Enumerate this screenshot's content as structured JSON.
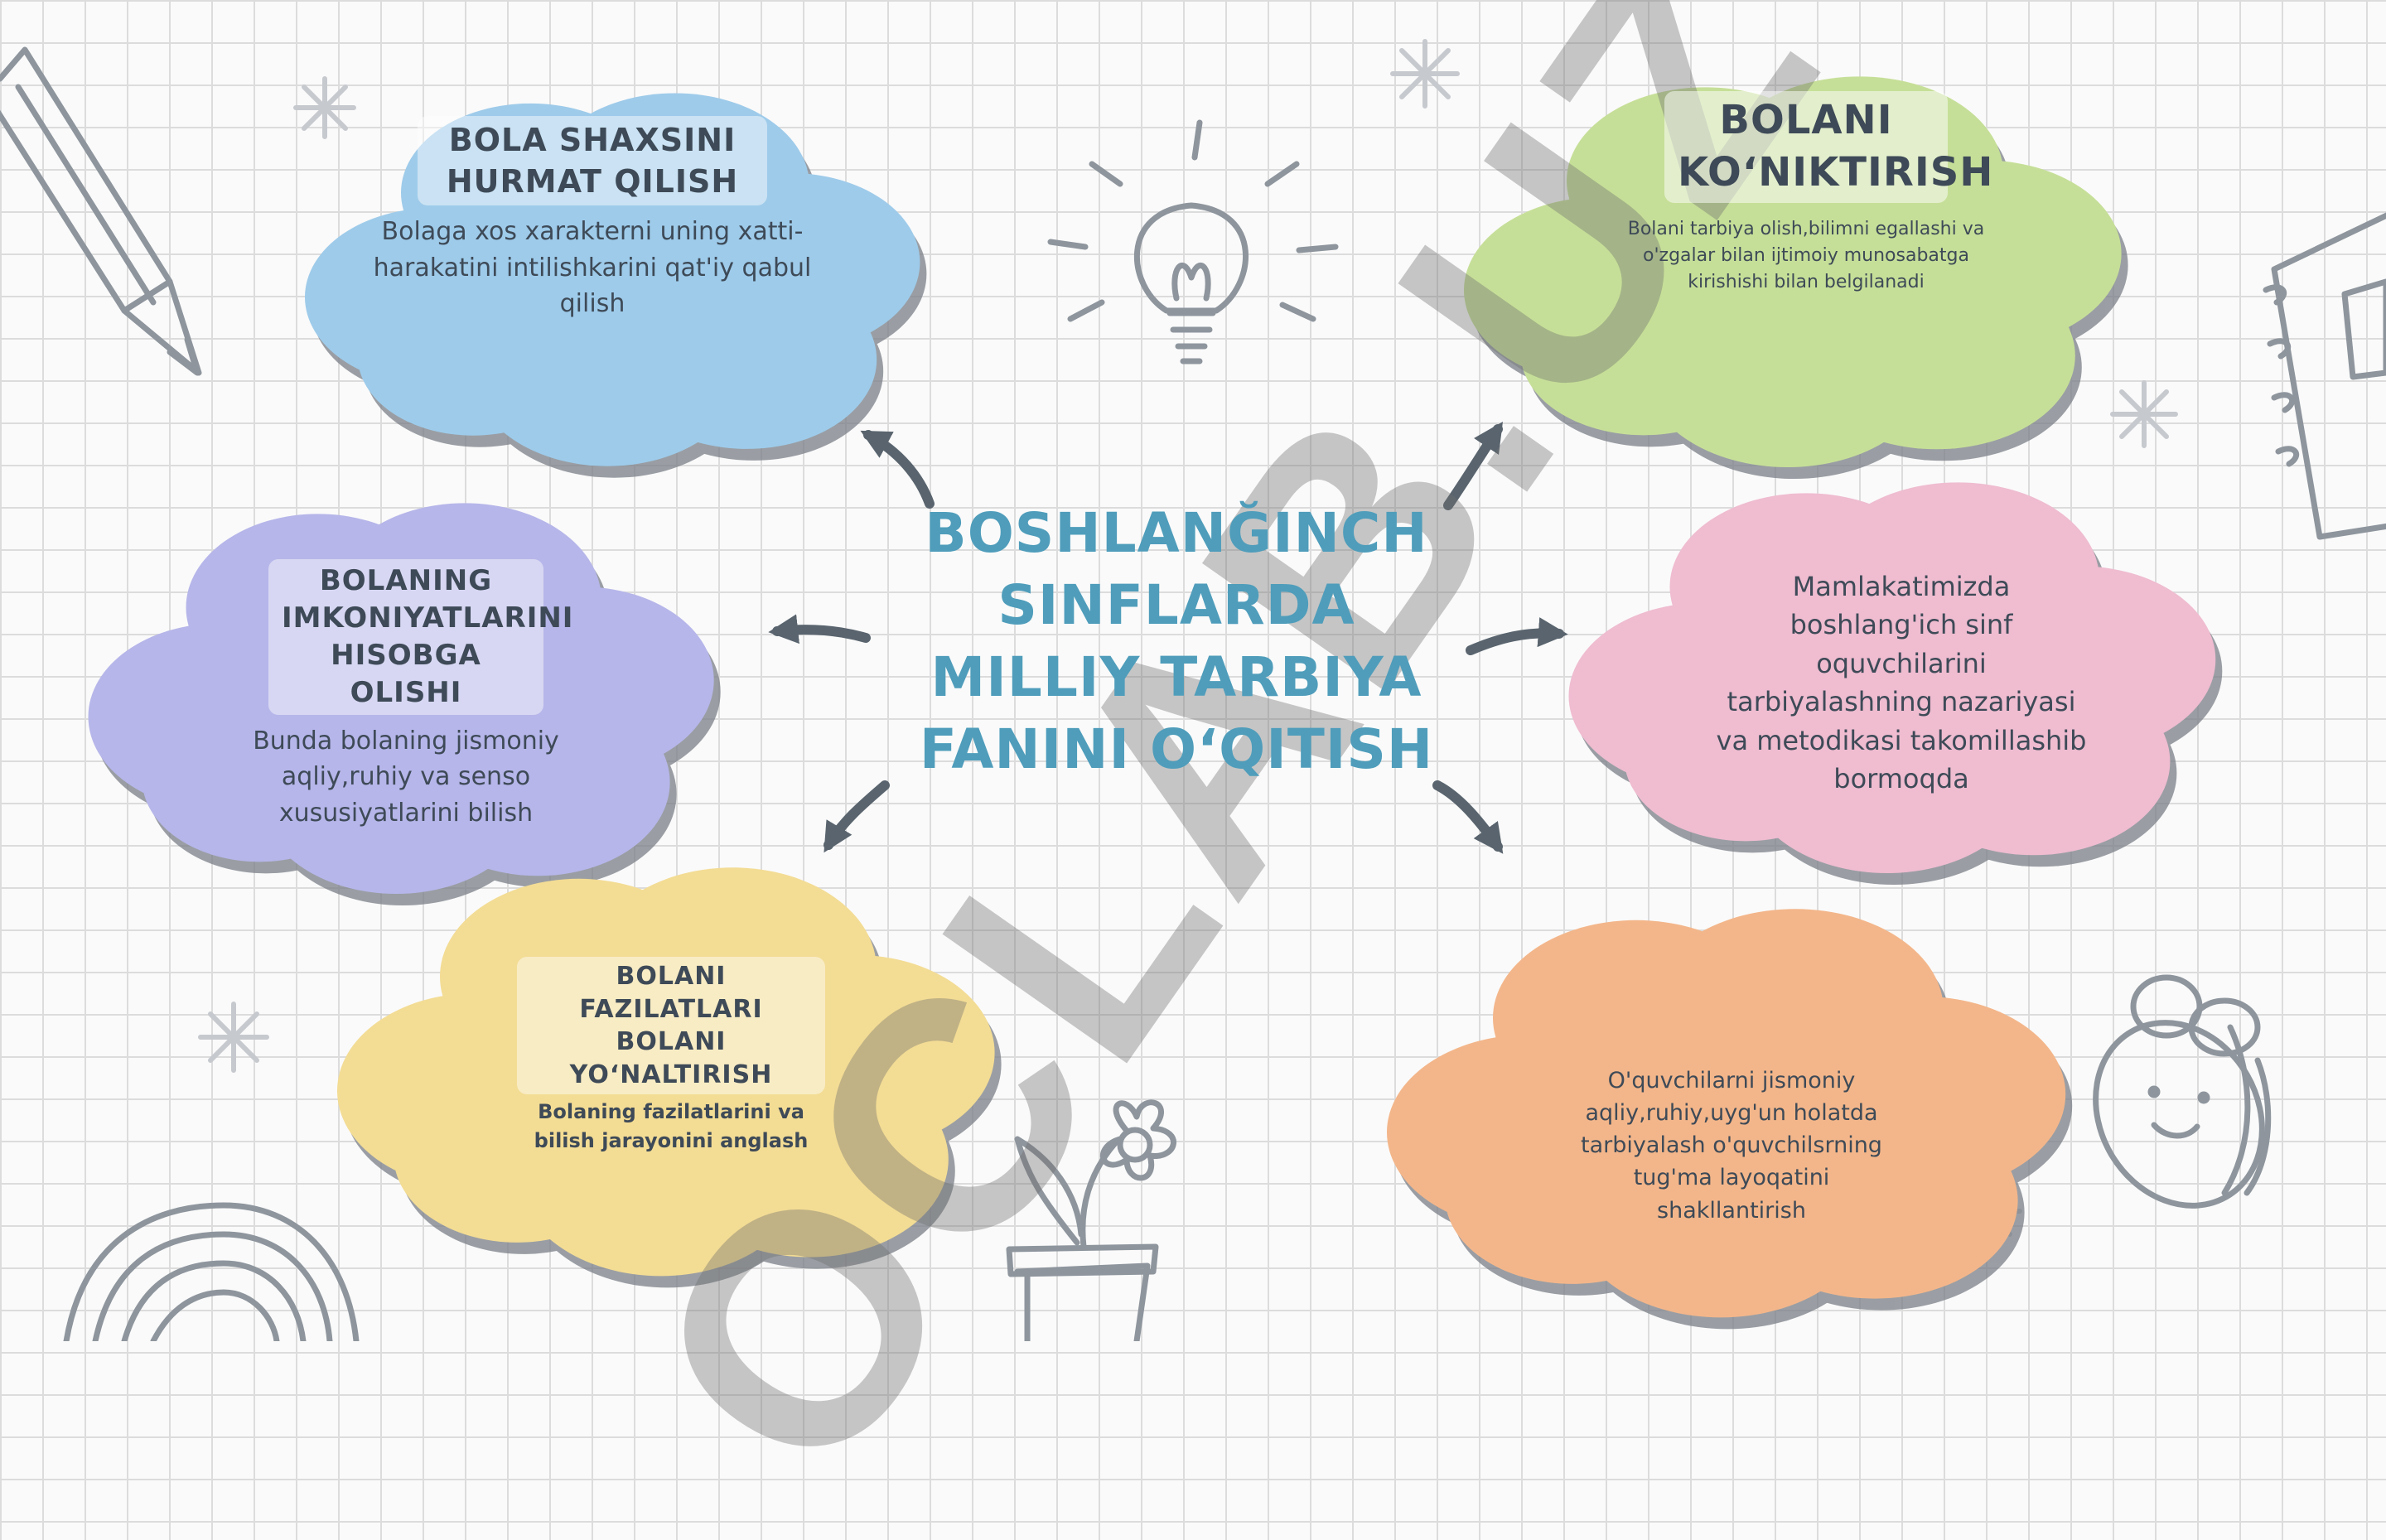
{
  "center": {
    "title": "BOSHLANĞINCH SINFLARDA MILLIY TARBIYA FANINI O‘QITISH"
  },
  "watermark": "OCLAB.UZ",
  "nodes": [
    {
      "id": "hurmat",
      "title": "BOLA SHAXSINI HURMAT QILISH",
      "desc": "Bolaga xos xarakterni uning xatti-harakatini intilishkarini qat'iy qabul qilish",
      "color": "#9ecbea"
    },
    {
      "id": "imkoniyat",
      "title": "BOLANING IMKONIYATLARINI HISOBGA OLISHI",
      "desc": "Bunda bolaning jismoniy aqliy,ruhiy va senso xususiyatlarini bilish",
      "color": "#b6b6ea"
    },
    {
      "id": "fazilat",
      "title": "BOLANI FAZILATLARI BOLANI YO‘NALTIRISH",
      "desc": "Bolaning fazilatlarini va bilish jarayonini anglash",
      "color": "#f3dc94"
    },
    {
      "id": "koniktirish",
      "title": "BOLANI KO‘NIKTIRISH",
      "desc": "Bolani tarbiya olish,bilimni egallashi va o'zgalar bilan ijtimoiy munosabatga kirishishi bilan belgilanadi",
      "color": "#c6df98"
    },
    {
      "id": "mamlakat",
      "title": "",
      "desc": "Mamlakatimizda boshlang'ich sinf oquvchilarini tarbiyalashning nazariyasi va metodikasi takomillashib bormoqda",
      "color": "#efbcd0"
    },
    {
      "id": "oquvchi",
      "title": "",
      "desc": "O'quvchilarni jismoniy aqliy,ruhiy,uyg'un holatda tarbiyalash o'quvchilsrning tug'ma layoqatini shakllantirish",
      "color": "#f3b68a"
    }
  ],
  "colors": {
    "shadow": "#7b8088",
    "line": "#8e959d",
    "arrow": "#59646e",
    "title_text": "#4f9dbb",
    "body_text": "#3e4a57"
  },
  "icons": [
    "pencil-icon",
    "lightbulb-icon",
    "notebook-icon",
    "bee-icon",
    "flower-pot-icon",
    "rainbow-icon",
    "sparkle-icon"
  ]
}
